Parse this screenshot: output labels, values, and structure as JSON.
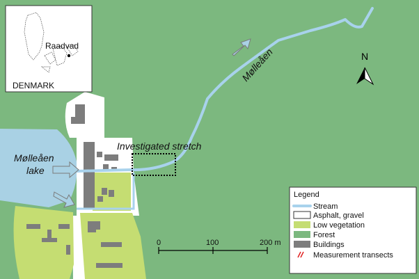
{
  "colors": {
    "forest": "#7cb87f",
    "low_vegetation": "#c5dd72",
    "lake": "#a9d1e4",
    "stream": "#a8d2ec",
    "buildings": "#7d7d7d",
    "asphalt": "#ffffff",
    "transect": "#e02020"
  },
  "labels": {
    "lake_line1": "Mølleåen",
    "lake_line2": "lake",
    "stream": "Mølleåen",
    "stretch": "Investigated stretch",
    "north": "N"
  },
  "inset": {
    "place": "Raadvad",
    "country": "DENMARK"
  },
  "legend": {
    "title": "Legend",
    "items": [
      {
        "label": "Stream",
        "symbol": "line",
        "color": "#a8d2ec"
      },
      {
        "label": "Asphalt, gravel",
        "symbol": "box",
        "color": "#ffffff"
      },
      {
        "label": "Low vegetation",
        "symbol": "box",
        "color": "#c5dd72"
      },
      {
        "label": "Forest",
        "symbol": "box",
        "color": "#7cb87f"
      },
      {
        "label": "Buildings",
        "symbol": "box",
        "color": "#7d7d7d"
      },
      {
        "label": "Measurement transects",
        "symbol": "transect",
        "color": "#e02020"
      }
    ]
  },
  "scalebar": {
    "labels": [
      "0",
      "100",
      "200 m"
    ]
  }
}
